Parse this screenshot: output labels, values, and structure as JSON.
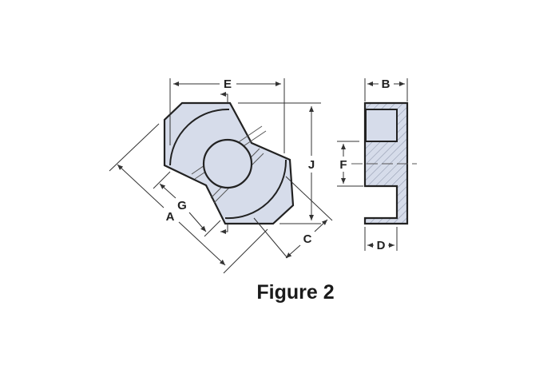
{
  "diagram": {
    "caption": "Figure 2",
    "dimension_labels": {
      "A": "A",
      "B": "B",
      "C": "C",
      "D": "D",
      "E": "E",
      "F": "F",
      "G": "G",
      "J": "J"
    },
    "colors": {
      "fill": "#d6dcea",
      "stroke": "#222222",
      "dim": "#333333"
    }
  }
}
